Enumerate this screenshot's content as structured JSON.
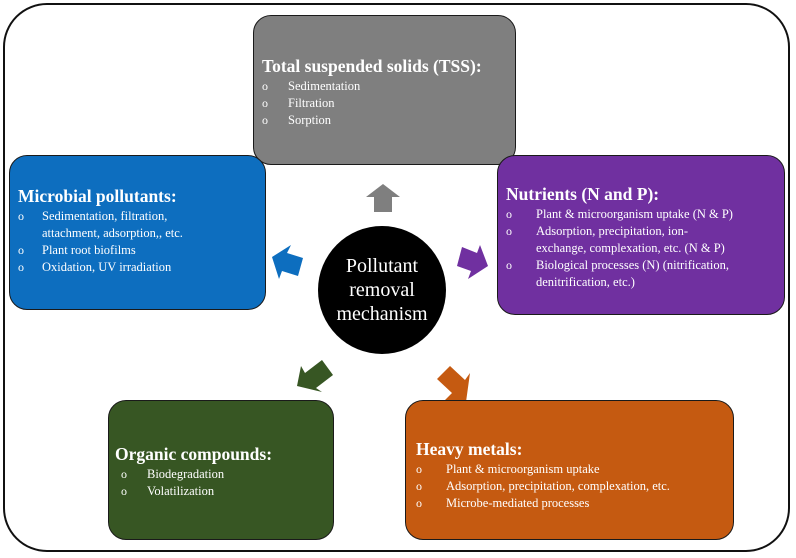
{
  "center": {
    "line1": "Pollutant",
    "line2": "removal",
    "line3": "mechanism"
  },
  "bullet": "o",
  "tss": {
    "title": "Total suspended solids (TSS):",
    "items": [
      "Sedimentation",
      "Filtration",
      "Sorption"
    ],
    "color": "#7f7f7f"
  },
  "microbial": {
    "title": "Microbial pollutants:",
    "items": [
      "Sedimentation, filtration,",
      "attachment, adsorption,, etc.",
      "Plant root biofilms",
      "Oxidation, UV irradiation"
    ],
    "color": "#0d6ebf"
  },
  "nutrients": {
    "title": "Nutrients (N and P):",
    "items": [
      "Plant & microorganism uptake (N & P)",
      "Adsorption, precipitation, ion-",
      "exchange, complexation, etc. (N & P)",
      "Biological processes (N) (nitrification,",
      "denitrification, etc.)"
    ],
    "color": "#7030a0"
  },
  "organic": {
    "title": "Organic compounds:",
    "items": [
      "Biodegradation",
      "Volatilization"
    ],
    "color": "#375623"
  },
  "heavy_metals": {
    "title": "Heavy metals:",
    "items": [
      "Plant & microorganism uptake",
      "Adsorption, precipitation, complexation, etc.",
      "Microbe-mediated processes"
    ],
    "color": "#c55a11"
  }
}
